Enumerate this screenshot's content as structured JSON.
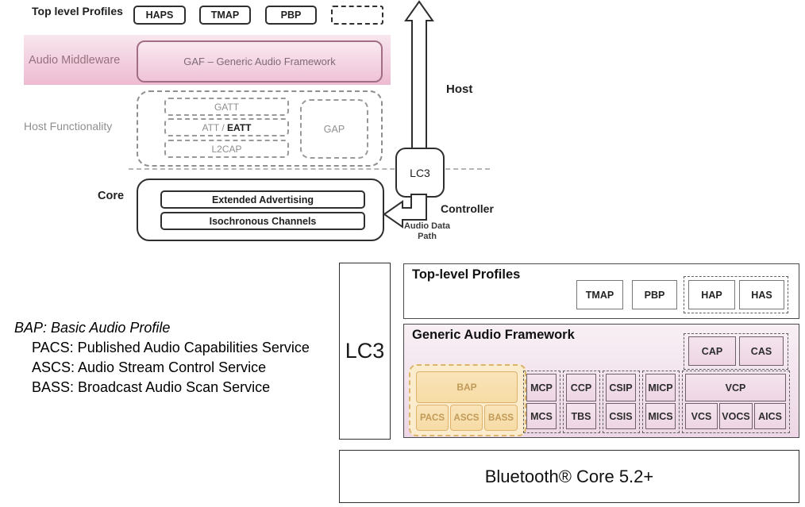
{
  "top_diagram": {
    "label": "Top level Profiles",
    "profiles": [
      "HAPS",
      "TMAP",
      "PBP"
    ],
    "audio_middleware_label": "Audio Middleware",
    "gaf_label": "GAF – Generic Audio Framework",
    "host_functionality_label": "Host Functionality",
    "gatt": "GATT",
    "att_prefix": "ATT / ",
    "eatt": "EATT",
    "l2cap": "L2CAP",
    "gap": "GAP",
    "core_label": "Core",
    "core_items": [
      "Extended Advertising",
      "Isochronous Channels"
    ],
    "lc3": "LC3",
    "host": "Host",
    "controller": "Controller",
    "audio_data_path": "Audio Data Path"
  },
  "legend": {
    "line1": "BAP: Basic Audio Profile",
    "line2": "PACS: Published Audio Capabilities Service",
    "line3": "ASCS: Audio Stream Control Service",
    "line4": "BASS: Broadcast Audio Scan Service"
  },
  "bottom_diagram": {
    "lc3": "LC3",
    "top_level_profiles": {
      "title": "Top-level Profiles",
      "tmap": "TMAP",
      "pbp": "PBP",
      "hap": "HAP",
      "has": "HAS"
    },
    "gaf": {
      "title": "Generic Audio Framework",
      "cap": "CAP",
      "cas": "CAS",
      "bap": "BAP",
      "bap_services": [
        "PACS",
        "ASCS",
        "BASS"
      ],
      "pairs": [
        {
          "top": "MCP",
          "bottom": "MCS"
        },
        {
          "top": "CCP",
          "bottom": "TBS"
        },
        {
          "top": "CSIP",
          "bottom": "CSIS"
        },
        {
          "top": "MICP",
          "bottom": "MICS"
        }
      ],
      "vcp": "VCP",
      "vcp_services": [
        "VCS",
        "VOCS",
        "AICS"
      ]
    },
    "bluetooth_core": "Bluetooth® Core 5.2+"
  },
  "colors": {
    "pink_band_top": "#f8e6ee",
    "pink_band_bottom": "#edbbd1",
    "gaf_pill_border": "#a26e85",
    "gaf_panel_top": "#f8f0f5",
    "gaf_panel_bottom": "#edd6e5",
    "pink_box_fill": "#f1dcea",
    "pink_box_border": "#6f5f6b",
    "bap_group_fill": "#fbeccd",
    "bap_box_fill": "#f8e0b0",
    "bap_border": "#ddb26d",
    "bap_text": "#c09a58"
  }
}
